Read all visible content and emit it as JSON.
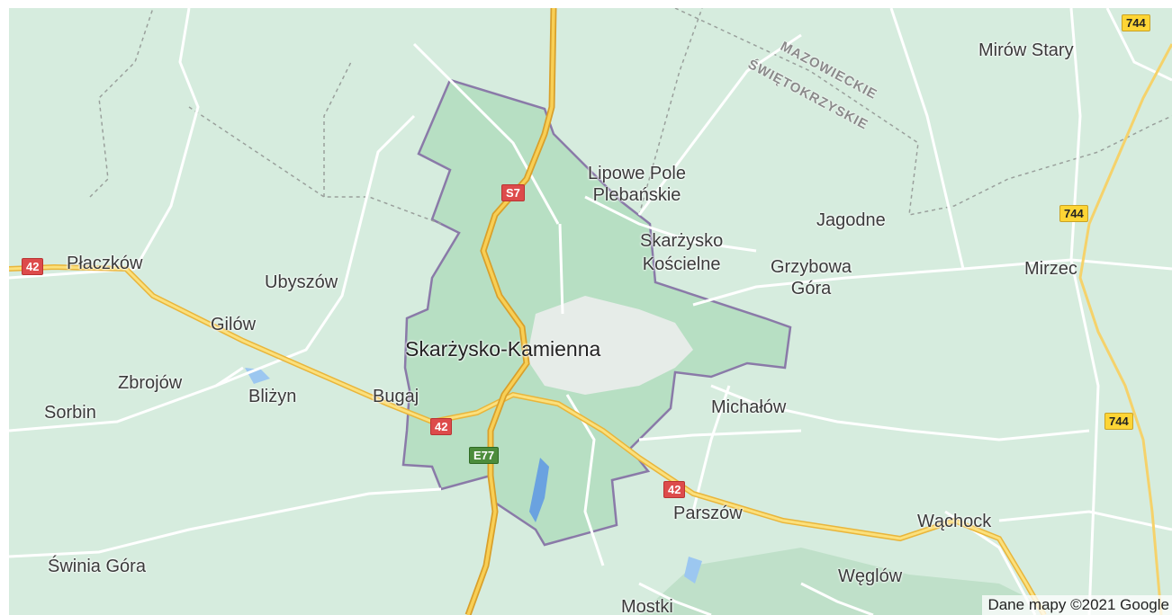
{
  "header": {
    "title_fragment": ""
  },
  "map": {
    "places": [
      {
        "id": "mirow-stary",
        "name": "Mirów Stary"
      },
      {
        "id": "lipowe-pole",
        "name": "Lipowe Pole\nPlebańskie"
      },
      {
        "id": "jagodne",
        "name": "Jagodne"
      },
      {
        "id": "skarzysko-koscielne",
        "name": "Skarżysko\nKościelne"
      },
      {
        "id": "grzybowa-gora",
        "name": "Grzybowa\nGóra"
      },
      {
        "id": "mirzec",
        "name": "Mirzec"
      },
      {
        "id": "placzkow",
        "name": "Płaczków"
      },
      {
        "id": "ubyszow",
        "name": "Ubyszów"
      },
      {
        "id": "gilow",
        "name": "Gilów"
      },
      {
        "id": "skarzysko-kamienna",
        "name": "Skarżysko-Kamienna"
      },
      {
        "id": "zbrojow",
        "name": "Zbrojów"
      },
      {
        "id": "blizyn",
        "name": "Bliżyn"
      },
      {
        "id": "bugaj",
        "name": "Bugaj"
      },
      {
        "id": "sorbin",
        "name": "Sorbin"
      },
      {
        "id": "michalow",
        "name": "Michałów"
      },
      {
        "id": "parszow",
        "name": "Parszów"
      },
      {
        "id": "wachock",
        "name": "Wąchock"
      },
      {
        "id": "swinia-gora",
        "name": "Świnia Góra"
      },
      {
        "id": "weglow",
        "name": "Węglów"
      },
      {
        "id": "mostki",
        "name": "Mostki"
      }
    ],
    "regions": [
      "MAZOWIECKIE",
      "ŚWIĘTOKRZYSKIE"
    ],
    "road_shields": [
      {
        "id": "s7",
        "label": "S7",
        "color": "red"
      },
      {
        "id": "42-west",
        "label": "42",
        "color": "red"
      },
      {
        "id": "42-center",
        "label": "42",
        "color": "red"
      },
      {
        "id": "42-east",
        "label": "42",
        "color": "red"
      },
      {
        "id": "e77",
        "label": "E77",
        "color": "green"
      },
      {
        "id": "744-top",
        "label": "744",
        "color": "yellow"
      },
      {
        "id": "744-mid",
        "label": "744",
        "color": "yellow"
      },
      {
        "id": "744-low",
        "label": "744",
        "color": "yellow"
      }
    ],
    "attribution": "Dane mapy ©2021 Google"
  },
  "colors": {
    "land": "#d6ecde",
    "city_area": "#b7dfc3",
    "boundary": "#8a7aa8",
    "highway": "#f5c84a",
    "road": "#ffffff",
    "water": "#6aa2e0"
  }
}
